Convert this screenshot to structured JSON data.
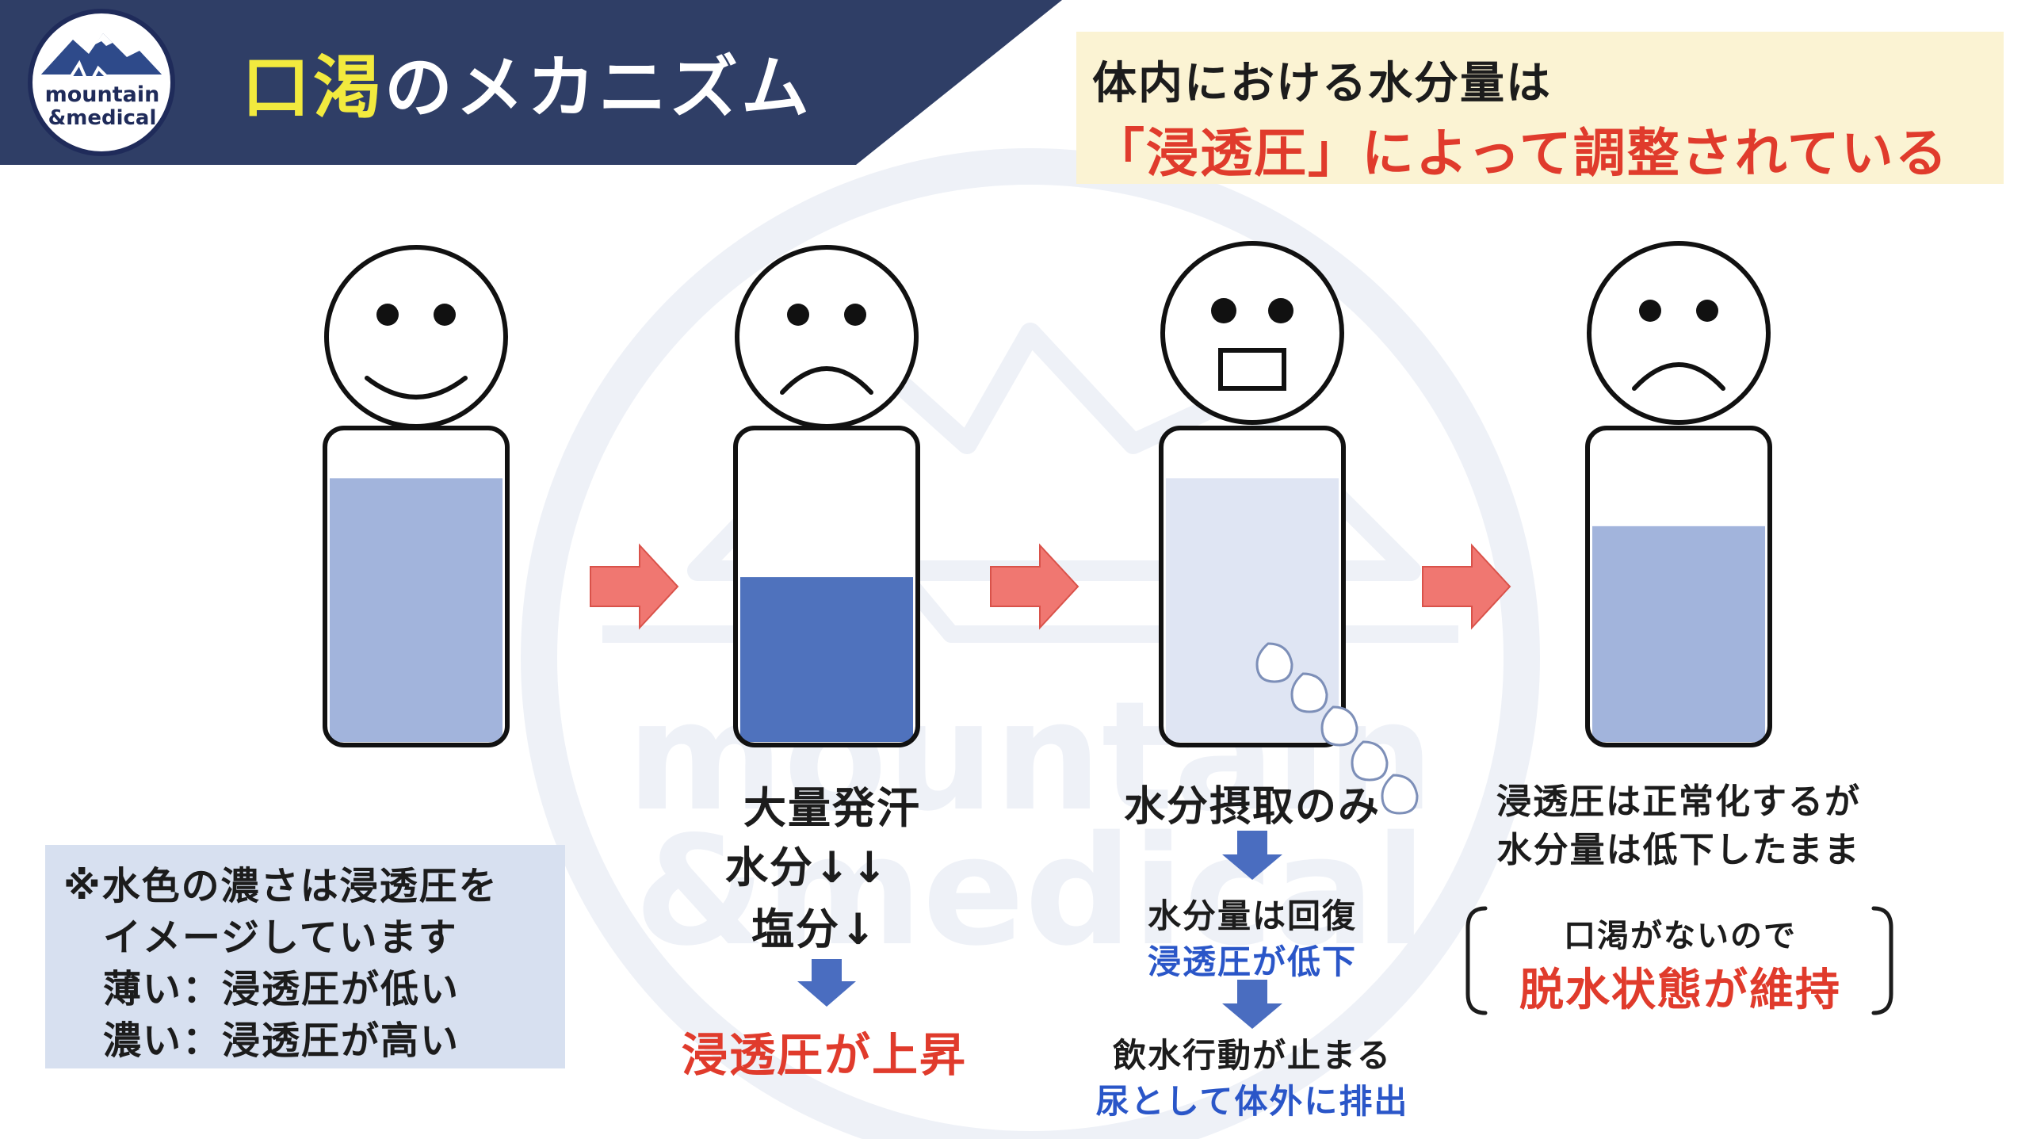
{
  "logo": {
    "line1": "mountain",
    "line2": "&medical",
    "colors": {
      "navy": "#1f2b5a",
      "mountain": "#2e4a8a",
      "snow": "#ffffff"
    }
  },
  "header": {
    "title_highlight": "口渇",
    "title_rest": "のメカニズム",
    "banner_color": "#2f3e66",
    "highlight_color": "#f2ea3e"
  },
  "notice": {
    "line1": "体内における水分量は",
    "line2": "「浸透圧」によって調整されている",
    "background": "#fbf3d3",
    "accent_color": "#e03b2c"
  },
  "figures": [
    {
      "face": "smile",
      "water_level": 0.88,
      "water_color": "#a2b4dc"
    },
    {
      "face": "frown",
      "water_level": 0.55,
      "water_color": "#4f72bd"
    },
    {
      "face": "surprised",
      "water_level": 0.88,
      "water_color": "#dfe5f3"
    },
    {
      "face": "frown",
      "water_level": 0.72,
      "water_color": "#a2b4dc"
    }
  ],
  "arrows_color": "#f07771",
  "steps": {
    "step2": {
      "lines": [
        "大量発汗",
        "水分↓↓",
        "塩分↓"
      ],
      "result": "浸透圧が上昇"
    },
    "step3": {
      "title": "水分摂取のみ",
      "mid_black": "水分量は回復",
      "mid_blue": "浸透圧が低下",
      "end_black": "飲水行動が止まる",
      "end_blue": "尿として体外に排出"
    },
    "step4": {
      "line1": "浸透圧は正常化するが",
      "line2": "水分量は低下したまま",
      "note_small": "口渇がないので",
      "note_big": "脱水状態が維持"
    }
  },
  "legend": {
    "line1": "※水色の濃さは浸透圧を",
    "line2": "イメージしています",
    "line3": "薄い：浸透圧が低い",
    "line4": "濃い：浸透圧が高い",
    "background": "#d7e0f0"
  },
  "watermark": {
    "line1": "mountain",
    "line2": "&medical"
  }
}
